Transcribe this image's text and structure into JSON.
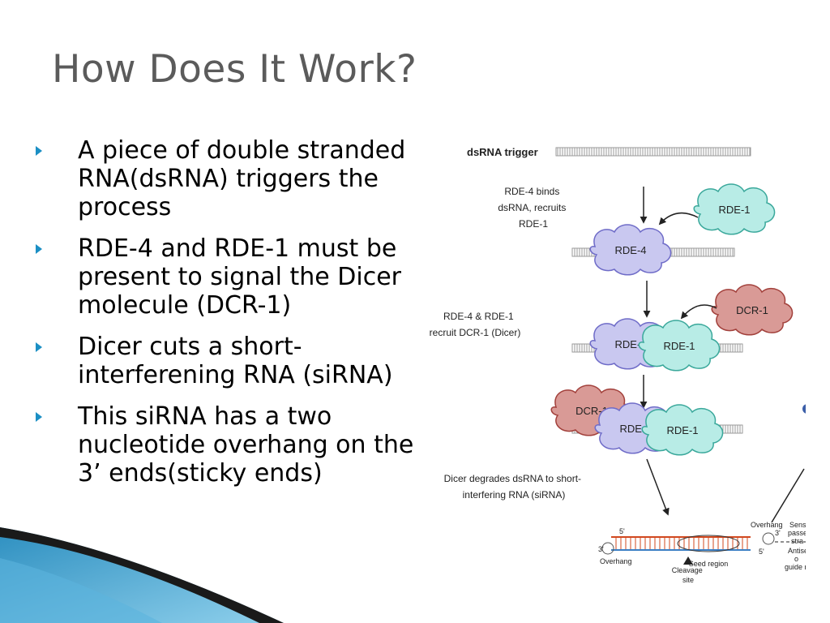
{
  "slide": {
    "title": "How Does It Work?",
    "bullets": [
      "A piece of double stranded RNA(dsRNA) triggers the process",
      "RDE-4 and RDE-1 must be present to signal the Dicer molecule (DCR-1)",
      "Dicer cuts a short-interferening RNA (siRNA)",
      "This siRNA has a two nucleotide overhang on the 3’ ends(sticky ends)"
    ]
  },
  "diagram": {
    "trigger_label": "dsRNA trigger",
    "step1_lines": [
      "RDE-4 binds",
      "dsRNA, recruits",
      "RDE-1"
    ],
    "step2_lines": [
      "RDE-4 & RDE-1",
      "recruit DCR-1 (Dicer)"
    ],
    "step4_lines": [
      "Dicer degrades dsRNA to short-",
      "interfering RNA (siRNA)"
    ],
    "proteins": {
      "rde4": "RDE-4",
      "rde1": "RDE-1",
      "dcr1": "DCR-1"
    },
    "sirna": {
      "five_prime": "5'",
      "three_prime": "3'",
      "overhang": "Overhang",
      "cleavage_lines": [
        "Cleavage",
        "site"
      ],
      "seed_region": "Seed region",
      "side_labels": [
        "Sens",
        "passe",
        "stra",
        "Antise",
        "o",
        "guide r"
      ]
    },
    "colors": {
      "rde4_fill": "#c9c8f0",
      "rde4_stroke": "#6f6cc8",
      "rde1_fill": "#b8ece6",
      "rde1_stroke": "#3aa89b",
      "dcr1_fill": "#d99a96",
      "dcr1_stroke": "#a2403b",
      "strand": "#9a9a9a",
      "sirna_top": "#d1481f",
      "sirna_bottom": "#3b7fc4",
      "bullet": "#1b8fc4"
    }
  }
}
